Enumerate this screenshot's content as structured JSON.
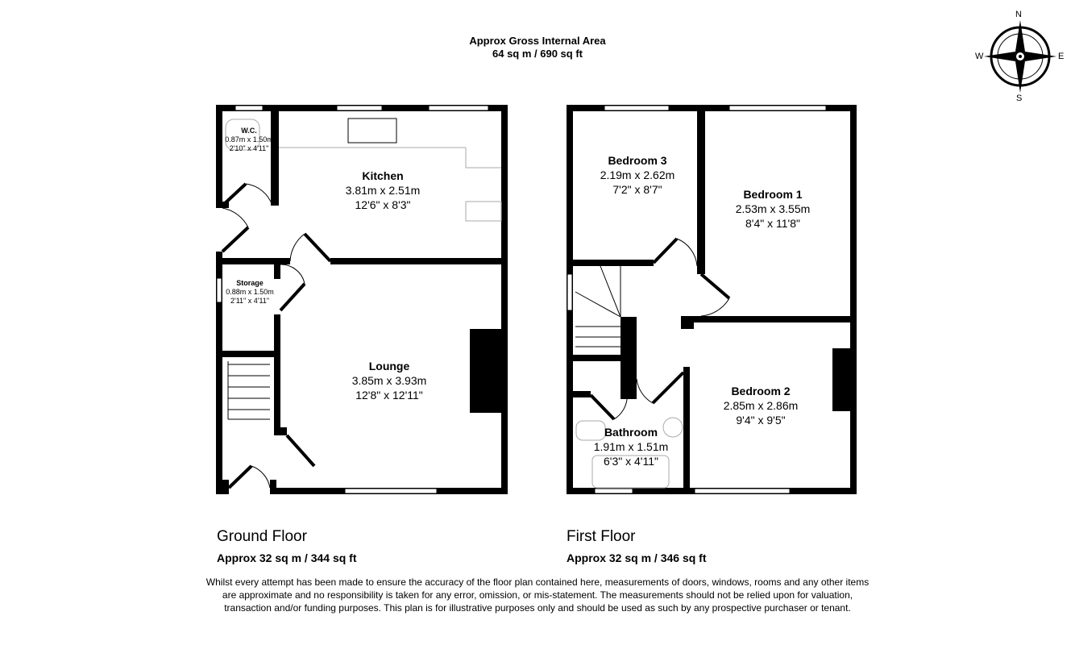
{
  "header": {
    "title": "Approx Gross Internal Area",
    "area": "64 sq m / 690 sq ft"
  },
  "compass": {
    "n": "N",
    "s": "S",
    "e": "E",
    "w": "W"
  },
  "ground_floor": {
    "name": "Ground Floor",
    "area": "Approx 32 sq m / 344 sq ft",
    "rooms": [
      {
        "name": "W.C.",
        "metric": "0.87m x 1.50m",
        "imperial": "2'10\" x 4'11\""
      },
      {
        "name": "Kitchen",
        "metric": "3.81m x 2.51m",
        "imperial": "12'6\" x 8'3\""
      },
      {
        "name": "Storage",
        "metric": "0.88m x 1.50m",
        "imperial": "2'11\" x 4'11\""
      },
      {
        "name": "Lounge",
        "metric": "3.85m x 3.93m",
        "imperial": "12'8\" x 12'11\""
      }
    ]
  },
  "first_floor": {
    "name": "First Floor",
    "area": "Approx 32 sq m / 346 sq ft",
    "rooms": [
      {
        "name": "Bedroom 3",
        "metric": "2.19m x 2.62m",
        "imperial": "7'2\" x 8'7\""
      },
      {
        "name": "Bedroom 1",
        "metric": "2.53m x 3.55m",
        "imperial": "8'4\" x 11'8\""
      },
      {
        "name": "Bedroom 2",
        "metric": "2.85m x 2.86m",
        "imperial": "9'4\" x 9'5\""
      },
      {
        "name": "Bathroom",
        "metric": "1.91m x 1.51m",
        "imperial": "6'3\" x 4'11\""
      }
    ]
  },
  "disclaimer": "Whilst every attempt has been made to ensure the accuracy of the floor plan contained here, measurements of doors, windows, rooms and any other items are approximate and no responsibility is taken for any error, omission, or mis-statement. The measurements should not be relied upon for valuation, transaction and/or funding purposes. This plan is for illustrative purposes only and should be used as such by any prospective purchaser or tenant."
}
